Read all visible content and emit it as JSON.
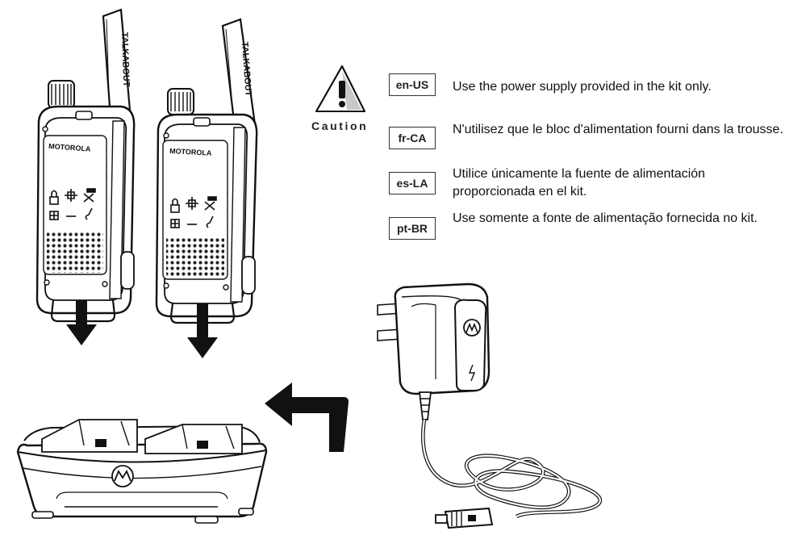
{
  "caution": {
    "label": "Caution",
    "icon": "warning-triangle-icon"
  },
  "instructions": [
    {
      "lang": "en-US",
      "text": "Use the power supply provided in the kit only."
    },
    {
      "lang": "fr-CA",
      "text": "N'utilisez que le bloc d'alimentation fourni dans la trousse."
    },
    {
      "lang": "es-LA",
      "text": "Utilice únicamente la fuente de alimentación proporcionada en el kit."
    },
    {
      "lang": "pt-BR",
      "text": "Use somente a fonte de alimentação fornecida no kit."
    }
  ],
  "devices": {
    "radio_brand": "MOTOROLA",
    "radio_model": "TALKABOUT"
  }
}
